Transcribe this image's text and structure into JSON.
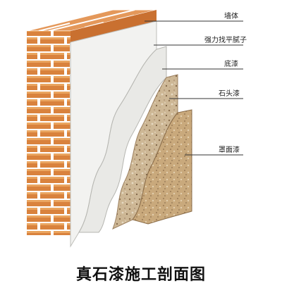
{
  "labels": {
    "wall": "墙体",
    "putty": "强力找平腻子",
    "primer": "底漆",
    "stone": "石头漆",
    "topcoat": "罩面漆"
  },
  "caption": "真石漆施工剖面图",
  "colors": {
    "brick": "#d9823d",
    "brick_light": "#eaa560",
    "brick_dark": "#b86428",
    "mortar": "#ffffff",
    "putty": "#f2f2f0",
    "primer": "#e9e9e6",
    "stone": "#cdb795",
    "stone_dark": "#8c6f4d",
    "topcoat": "#c9a97c"
  }
}
